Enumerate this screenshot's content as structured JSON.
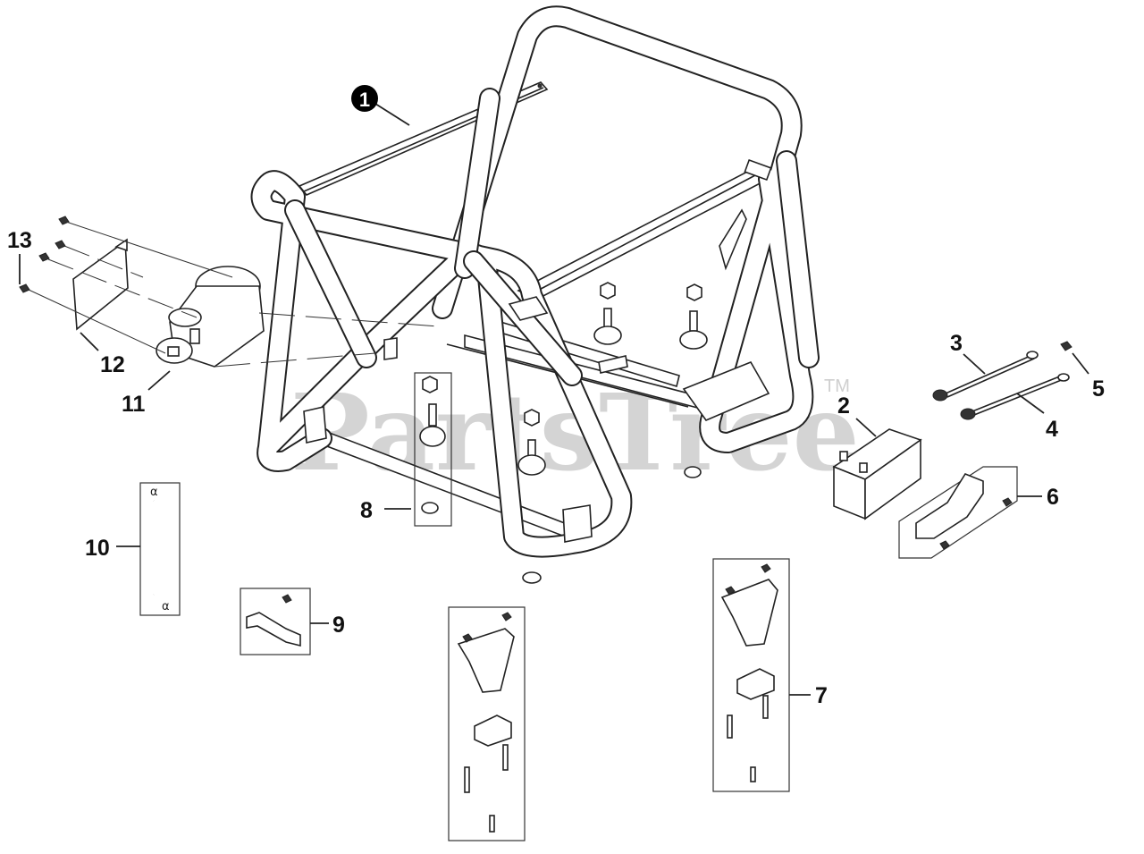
{
  "watermark": {
    "text": "PartsTree",
    "trademark": "TM"
  },
  "callouts": {
    "c1": "1",
    "c2": "2",
    "c3": "3",
    "c4": "4",
    "c5": "5",
    "c6": "6",
    "c7": "7",
    "c8": "8",
    "c9": "9",
    "c10": "10",
    "c11": "11",
    "c12": "12",
    "c13": "13"
  },
  "hose_markers": {
    "top": "α",
    "bottom": "α"
  }
}
